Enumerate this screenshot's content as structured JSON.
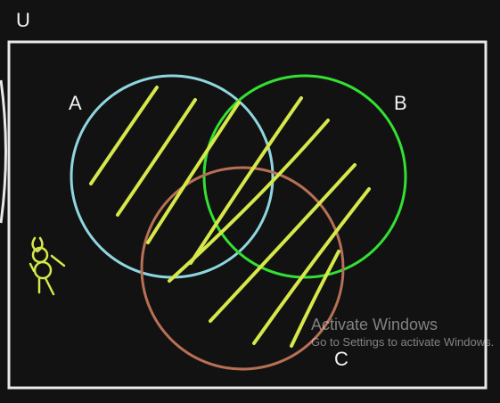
{
  "labels": {
    "universe": "U",
    "set_a": "A",
    "set_b": "B",
    "set_c": "C"
  },
  "watermark": {
    "title": "Activate Windows",
    "subtitle": "Go to Settings to activate Windows."
  },
  "colors": {
    "background": "#121212",
    "universe_border": "#e8e8e8",
    "set_a": "#8fd6e0",
    "set_b": "#33e033",
    "set_c": "#b87055",
    "shading": "#d6e84a"
  }
}
